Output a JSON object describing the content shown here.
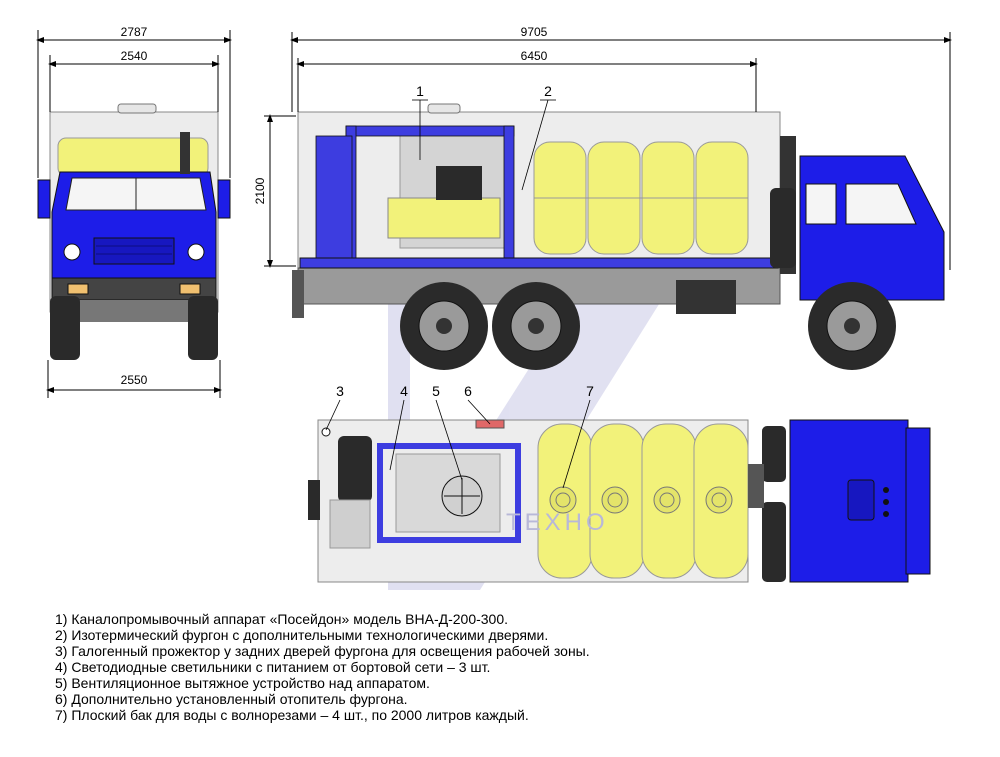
{
  "dimensions": {
    "front_total_width": "2787",
    "front_body_width": "2540",
    "front_track_width": "2550",
    "side_total_length": "9705",
    "side_body_length": "6450",
    "side_body_height": "2100"
  },
  "callouts": [
    "1",
    "2",
    "3",
    "4",
    "5",
    "6",
    "7"
  ],
  "watermark": "TEXHO",
  "legend": [
    "1) Каналопромывочный аппарат «Посейдон» модель ВНА-Д-200-300.",
    "2) Изотермический фургон с дополнительными технологическими дверями.",
    "3) Галогенный прожектор у задних дверей фургона для освещения рабочей зоны.",
    "4) Светодиодные светильники с питанием от бортовой сети – 3 шт.",
    "5) Вентиляционное вытяжное устройство над аппаратом.",
    "6) Дополнительно установленный отопитель фургона.",
    "7) Плоский бак для воды с волнорезами – 4 шт., по 2000 литров каждый."
  ],
  "colors": {
    "cab": "#1d1de8",
    "frame": "#3d3de0",
    "tank": "#f2f27a",
    "body": "#ededed",
    "chassis": "#8a8a8a",
    "tire": "#2a2a2a",
    "watermark": "#c8c8e6"
  }
}
